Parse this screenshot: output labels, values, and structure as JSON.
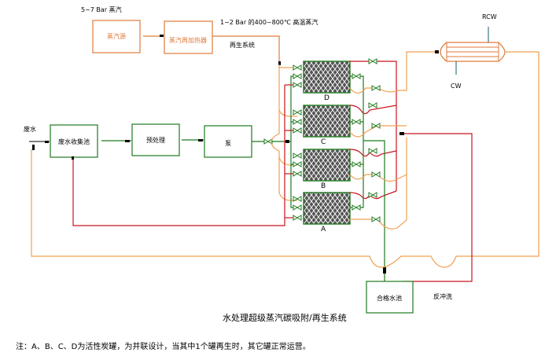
{
  "labels": {
    "steam_pressure": "5~7 Bar 蒸汽",
    "superheated": "1~2 Bar 的400~800℃ 高温蒸汽",
    "regen_system": "再生系统",
    "rcw": "RCW",
    "cw": "CW",
    "wastewater": "废水",
    "backwash": "反冲洗"
  },
  "boxes": {
    "steam_source": "蒸汽源",
    "steam_reheater": "蒸汽再加热器",
    "collection_tank": "废水收集池",
    "pretreatment": "预处理",
    "pump": "泵",
    "qualified_pool": "合格水池"
  },
  "tanks": [
    "D",
    "C",
    "B",
    "A"
  ],
  "title": "水处理超级蒸汽碳吸附/再生系统",
  "note": "注：A、B、C、D为活性炭罐，为并联设计，当其中1个罐再生时，其它罐正常运营。",
  "colors": {
    "water_line": "#1f7a1f",
    "steam_line": "#f0a050",
    "return_line": "#c8141e",
    "box_orange": "#e07a3a"
  }
}
